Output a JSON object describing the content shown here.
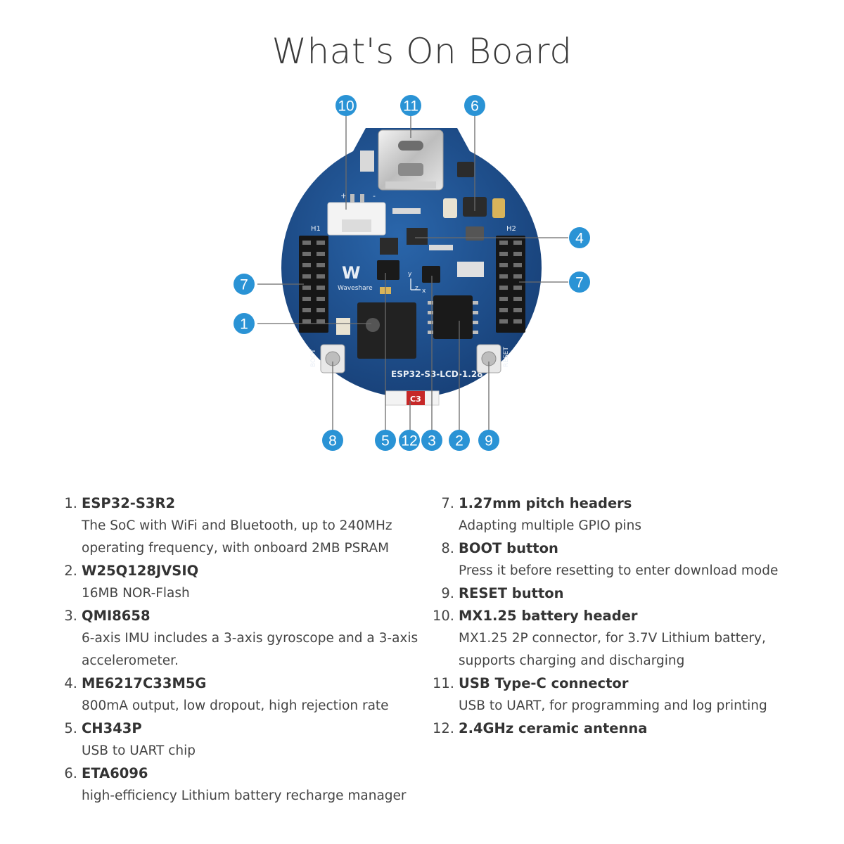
{
  "title": "What's On Board",
  "board": {
    "logo_text": "Waveshare",
    "model_label": "ESP32-S3-LCD-1.28",
    "header_left_label": "H1",
    "header_right_label": "H2",
    "boot_label": "BOOT",
    "reset_label": "RESET",
    "antenna_label": "C3",
    "battery_plus": "+",
    "battery_minus": "-",
    "axis_x": "x",
    "axis_y": "y",
    "axis_z": "z"
  },
  "callouts": [
    "1",
    "2",
    "3",
    "4",
    "5",
    "6",
    "7",
    "7",
    "8",
    "9",
    "10",
    "11",
    "12"
  ],
  "colors": {
    "callout": "#2a93d5",
    "board": "#1d4f8f",
    "background": "#ffffff"
  },
  "items_left": [
    {
      "num": "1.",
      "title": "ESP32-S3R2",
      "desc": [
        "The SoC with WiFi and Bluetooth, up to 240MHz",
        "operating frequency, with onboard 2MB PSRAM"
      ]
    },
    {
      "num": "2.",
      "title": "W25Q128JVSIQ",
      "desc": [
        "16MB NOR-Flash"
      ]
    },
    {
      "num": "3.",
      "title": "QMI8658",
      "desc": [
        "6-axis IMU includes a 3-axis gyroscope and a 3-axis",
        "accelerometer."
      ]
    },
    {
      "num": "4.",
      "title": "ME6217C33M5G",
      "desc": [
        "800mA output, low dropout, high rejection rate"
      ]
    },
    {
      "num": "5.",
      "title": "CH343P",
      "desc": [
        "USB to UART chip"
      ]
    },
    {
      "num": "6.",
      "title": "ETA6096",
      "desc": [
        "high-efficiency Lithium battery recharge manager"
      ]
    }
  ],
  "items_right": [
    {
      "num": "7.",
      "title": "1.27mm pitch headers",
      "desc": [
        "Adapting multiple GPIO pins"
      ]
    },
    {
      "num": "8.",
      "title": "BOOT button",
      "desc": [
        "Press it before resetting to enter download mode"
      ]
    },
    {
      "num": "9.",
      "title": "RESET button",
      "desc": []
    },
    {
      "num": "10.",
      "title": "MX1.25 battery header",
      "desc": [
        "MX1.25 2P connector, for 3.7V Lithium battery,",
        "supports charging and discharging"
      ]
    },
    {
      "num": "11.",
      "title": "USB Type-C connector",
      "desc": [
        "USB to UART, for programming and log printing"
      ]
    },
    {
      "num": "12.",
      "title": "2.4GHz ceramic antenna",
      "desc": []
    }
  ]
}
